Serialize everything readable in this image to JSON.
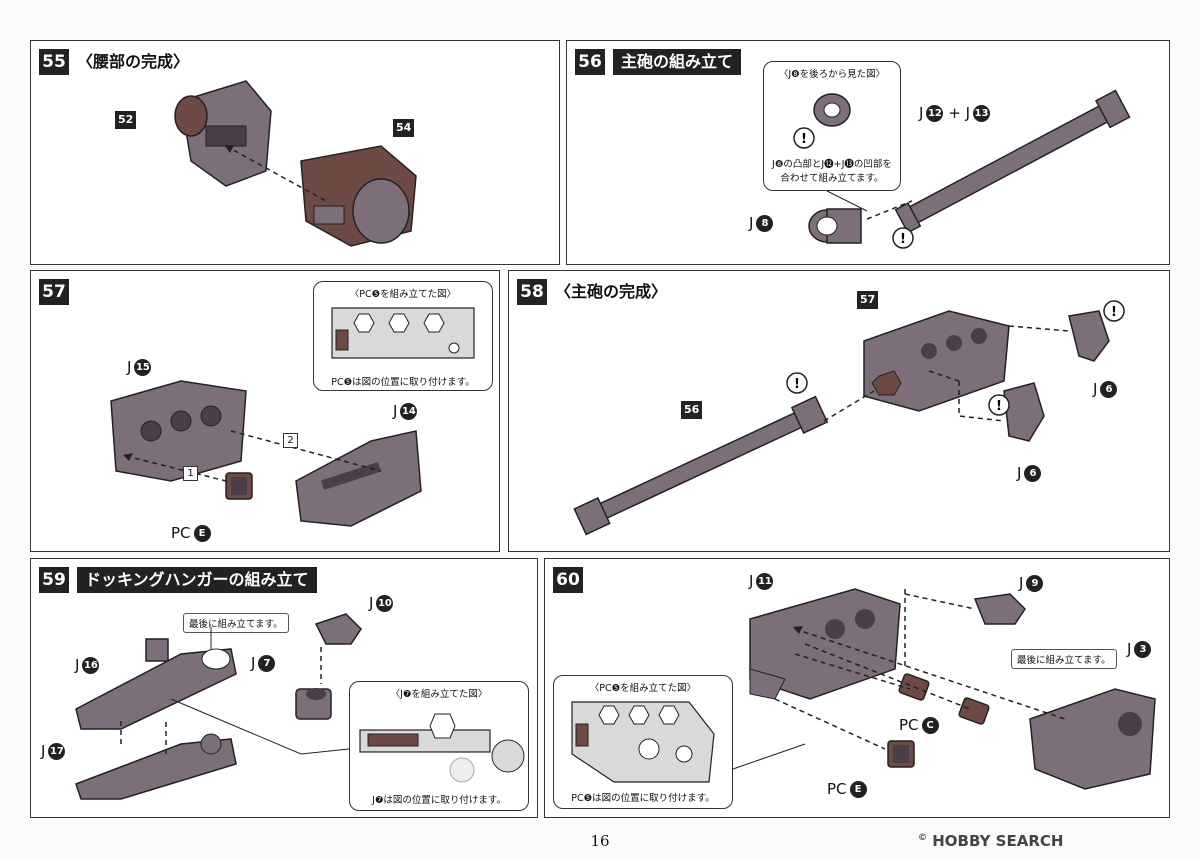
{
  "page_number": "16",
  "watermark": {
    "brand": "HOBBY SEARCH",
    "mark": "©"
  },
  "steps": {
    "s55": {
      "number": "55",
      "title": "〈腰部の完成〉",
      "labels": {
        "a": "52",
        "b": "54"
      }
    },
    "s56": {
      "number": "56",
      "title": "主砲の組み立て",
      "callout": {
        "title": "〈J❽を後ろから見た図〉",
        "note1": "J❽の凸部とJ⓬+J⓭の凹部を",
        "note2": "合わせて組み立てます。"
      },
      "part_j8": {
        "letter": "J",
        "num": "8"
      },
      "part_j12_13": {
        "letter": "J",
        "num1": "12",
        "plus": "+",
        "letter2": "J",
        "num2": "13"
      }
    },
    "s57": {
      "number": "57",
      "callout": {
        "title": "〈PC❺を組み立てた図〉",
        "note": "PC❺は図の位置に取り付けます。"
      },
      "part_j15": {
        "letter": "J",
        "num": "15"
      },
      "part_j14": {
        "letter": "J",
        "num": "14"
      },
      "part_pce": {
        "letter": "PC",
        "num": "E"
      },
      "order1": "1",
      "order2": "2"
    },
    "s58": {
      "number": "58",
      "title": "〈主砲の完成〉",
      "labels": {
        "a": "57",
        "b": "56"
      },
      "part_j6a": {
        "letter": "J",
        "num": "6"
      },
      "part_j6b": {
        "letter": "J",
        "num": "6"
      }
    },
    "s59": {
      "number": "59",
      "title": "ドッキングハンガーの組み立て",
      "note_last": "最後に組み立てます。",
      "callout": {
        "title": "〈J❼を組み立てた図〉",
        "note": "J❼は図の位置に取り付けます。"
      },
      "part_j16": {
        "letter": "J",
        "num": "16"
      },
      "part_j17": {
        "letter": "J",
        "num": "17"
      },
      "part_j10": {
        "letter": "J",
        "num": "10"
      },
      "part_j7": {
        "letter": "J",
        "num": "7"
      }
    },
    "s60": {
      "number": "60",
      "note_last": "最後に組み立てます。",
      "callout": {
        "title": "〈PC❺を組み立てた図〉",
        "note": "PC❺は図の位置に取り付けます。"
      },
      "part_j11": {
        "letter": "J",
        "num": "11"
      },
      "part_j9": {
        "letter": "J",
        "num": "9"
      },
      "part_j3": {
        "letter": "J",
        "num": "3"
      },
      "part_pcc": {
        "letter": "PC",
        "num": "C"
      },
      "part_pce": {
        "letter": "PC",
        "num": "E"
      }
    }
  },
  "colors": {
    "part_fill": "#7d6f7a",
    "part_dark": "#4a3f48",
    "part_light": "#a99aa5",
    "brown": "#6e4a44",
    "callout_fill": "#d9d9d9"
  },
  "icons": [
    "exclamation-icon",
    "dashed-arrow-icon"
  ]
}
